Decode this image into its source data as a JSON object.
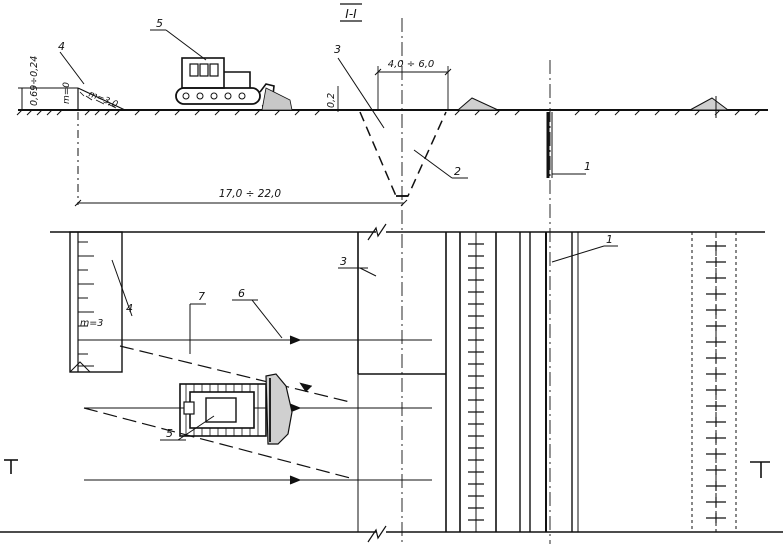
{
  "section_title": "I-I",
  "section_mark_left": "I",
  "section_mark_right": "I",
  "callouts": {
    "c1_section": "1",
    "c1_plan": "1",
    "c2": "2",
    "c3_section": "3",
    "c3_plan": "3",
    "c4_section": "4",
    "c4_plan": "4",
    "c5_section": "5",
    "c5_plan": "5",
    "c6": "6",
    "c7": "7"
  },
  "dimensions": {
    "trench_top_width": "4,0 ÷ 6,0",
    "haul_distance": "17,0 ÷ 22,0",
    "depth_small": "0,2",
    "layer_height": "0,69÷0,24",
    "slope_m0": "m=0",
    "slope_section": "m=3,0",
    "slope_plan": "m=3"
  }
}
